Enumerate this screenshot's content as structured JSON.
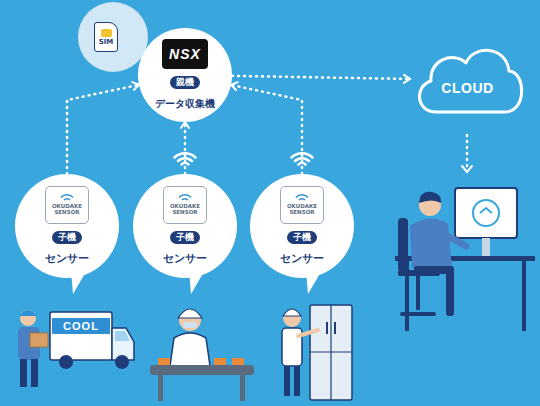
{
  "diagram": {
    "nodes": [
      {
        "text": [
          "SIM"
        ]
      },
      {
        "text": [
          "NSX",
          "親機",
          "データ収集機"
        ]
      },
      {
        "text": [
          "CLOUD"
        ]
      },
      {
        "text": [
          "OKUDAKE SENSOR",
          "子機",
          "センサー"
        ]
      },
      {
        "text": [
          "OKUDAKE SENSOR",
          "子機",
          "センサー"
        ]
      },
      {
        "text": [
          "OKUDAKE SENSOR",
          "子機",
          "センサー"
        ]
      }
    ],
    "edges": [
      {
        "from": 3,
        "to": 1,
        "arrow": "to"
      },
      {
        "from": 4,
        "to": 1,
        "arrow": "to"
      },
      {
        "from": 5,
        "to": 1,
        "arrow": "to"
      },
      {
        "from": 1,
        "to": 2,
        "arrow": "to"
      }
    ],
    "labels": [
      "COOL"
    ]
  }
}
